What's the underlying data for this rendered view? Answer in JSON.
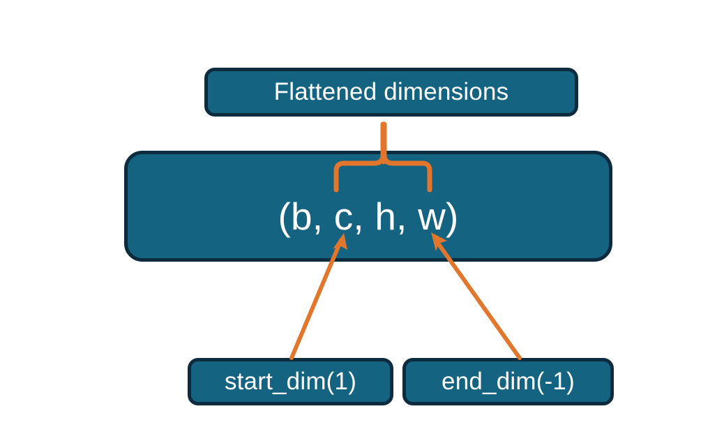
{
  "diagram": {
    "title": "Flatten dimensions diagram",
    "background_color": "#ffffff",
    "nodes": {
      "flattened": {
        "label": "Flattened dimensions",
        "fill_color": "#146380",
        "border_color": "#0d2b3e",
        "text_color": "#ffffff"
      },
      "shape": {
        "label": "(b, c, h, w)",
        "fill_color": "#146380",
        "border_color": "#0d2b3e",
        "text_color": "#ffffff"
      },
      "start_dim": {
        "label": "start_dim(1)",
        "fill_color": "#146380",
        "border_color": "#0d2b3e",
        "text_color": "#ffffff"
      },
      "end_dim": {
        "label": "end_dim(-1)",
        "fill_color": "#146380",
        "border_color": "#0d2b3e",
        "text_color": "#ffffff"
      }
    },
    "connectors": {
      "accent_color": "#e2762c",
      "brace": {
        "name": "flattened-dimensions-brace",
        "spans_tokens": "c, h, w",
        "points_to": "flattened"
      },
      "arrow_start_dim": {
        "name": "start-dim-arrow",
        "from": "start_dim",
        "to": "shape",
        "target_token": "c"
      },
      "arrow_end_dim": {
        "name": "end-dim-arrow",
        "from": "end_dim",
        "to": "shape",
        "target_token": "w"
      }
    }
  }
}
